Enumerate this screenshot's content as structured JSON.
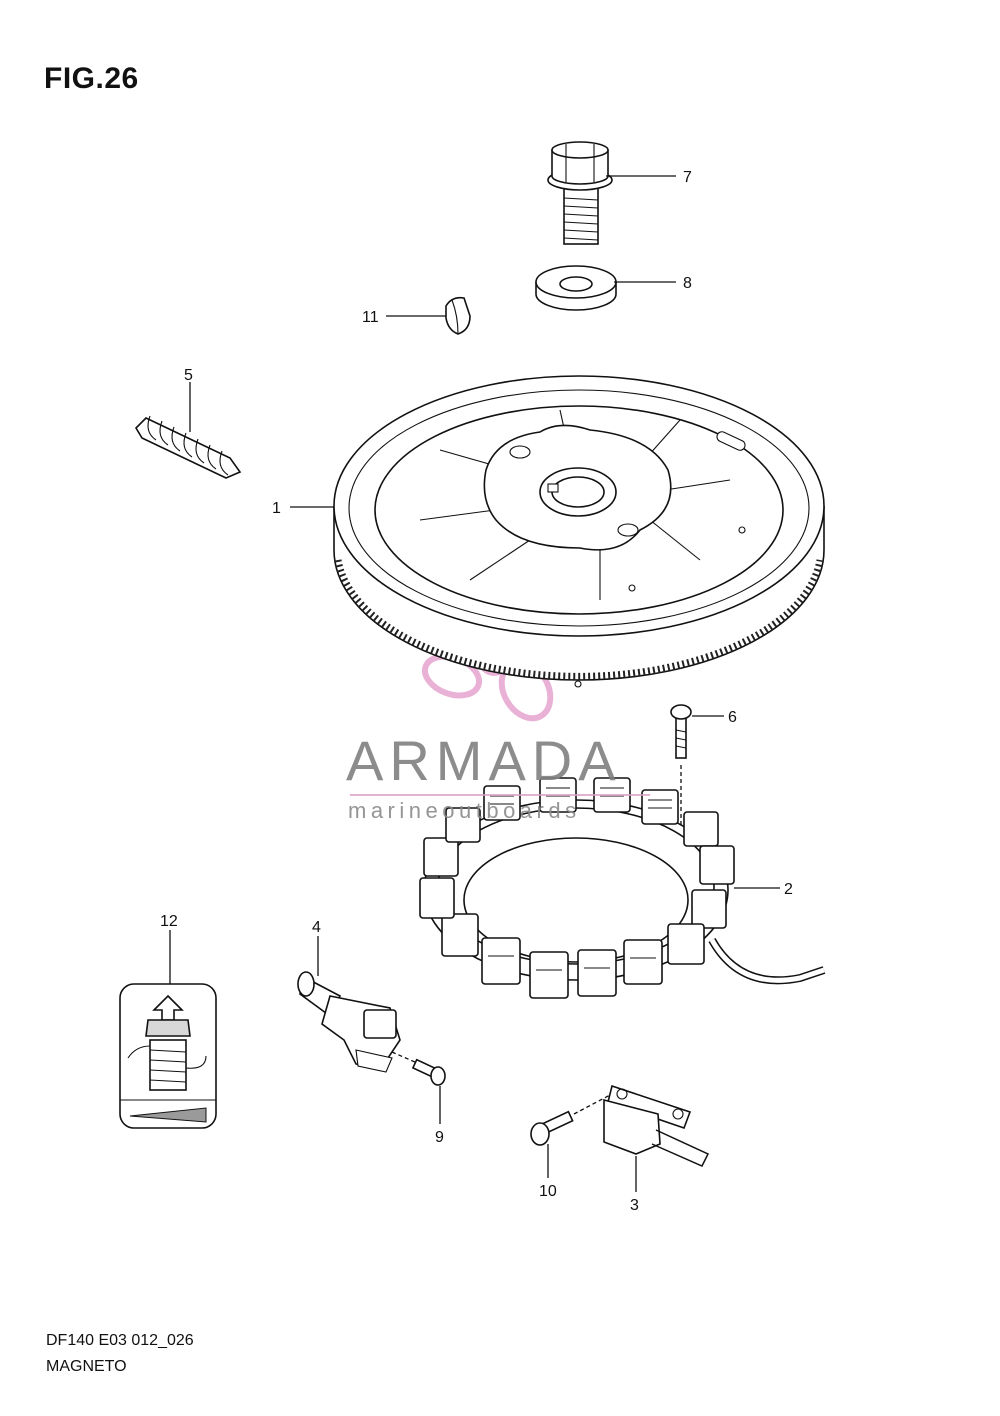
{
  "figure": {
    "title": "FIG.26",
    "model_code": "DF140 E03 012_026",
    "section_name": "MAGNETO"
  },
  "callouts": {
    "c1": "1",
    "c2": "2",
    "c3": "3",
    "c4": "4",
    "c5": "5",
    "c6": "6",
    "c7": "7",
    "c8": "8",
    "c9": "9",
    "c10": "10",
    "c11": "11",
    "c12": "12"
  },
  "watermark": {
    "brand": "ARMADA",
    "subtitle": "marineoutboards",
    "logo_color": "#e7a4cf",
    "text_color": "#808080"
  },
  "parts": [
    {
      "ref": "1",
      "icon": "flywheel-rotor"
    },
    {
      "ref": "2",
      "icon": "stator-coil"
    },
    {
      "ref": "3",
      "icon": "pulser-coil"
    },
    {
      "ref": "4",
      "icon": "sensor"
    },
    {
      "ref": "5",
      "icon": "wire-protector-spring"
    },
    {
      "ref": "6",
      "icon": "bolt"
    },
    {
      "ref": "7",
      "icon": "flywheel-bolt"
    },
    {
      "ref": "8",
      "icon": "washer"
    },
    {
      "ref": "9",
      "icon": "screw"
    },
    {
      "ref": "10",
      "icon": "screw"
    },
    {
      "ref": "11",
      "icon": "key"
    },
    {
      "ref": "12",
      "icon": "tightening-order-label"
    }
  ]
}
